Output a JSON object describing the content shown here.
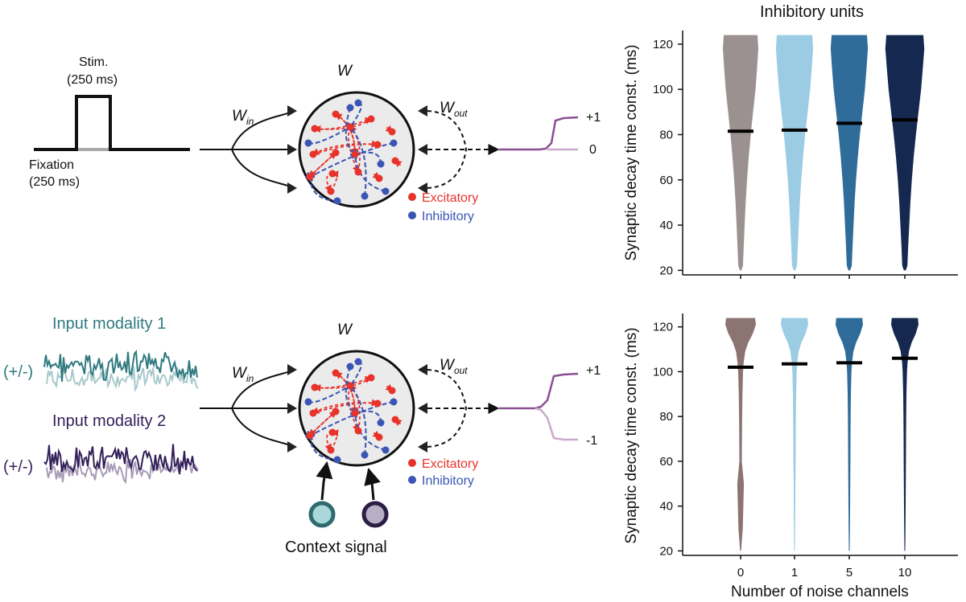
{
  "panel_top": {
    "stim_label": "Stim.",
    "stim_duration": "(250 ms)",
    "fixation_label": "Fixation",
    "fixation_duration": "(250 ms)",
    "w_label": "W",
    "w_in": "W",
    "w_in_sub": "in",
    "w_out": "W",
    "w_out_sub": "out",
    "out_plus": "+1",
    "out_zero": "0",
    "legend_exc": "Excitatory",
    "legend_inh": "Inhibitory"
  },
  "panel_bottom": {
    "modality1": "Input modality 1",
    "modality2": "Input modality 2",
    "sign1": "(+/-)",
    "sign2": "(+/-)",
    "w_label": "W",
    "w_in": "W",
    "w_in_sub": "in",
    "w_out": "W",
    "w_out_sub": "out",
    "out_plus": "+1",
    "out_minus": "-1",
    "legend_exc": "Excitatory",
    "legend_inh": "Inhibitory",
    "context_label": "Context signal"
  },
  "colors": {
    "excitatory": "#e8322a",
    "inhibitory": "#3a55b4",
    "modality1": "#2f7a80",
    "modality2": "#33205a",
    "output_dark": "#8a4f93",
    "output_light": "#c9a9cc",
    "violins": [
      "#9b9190",
      "#9ccce3",
      "#2f6c9a",
      "#15284f"
    ],
    "violins_bottom": [
      "#8c7473",
      "#9ccce3",
      "#2f6c9a",
      "#15284f"
    ]
  },
  "chart_data": [
    {
      "type": "violin",
      "title": "Inhibitory units",
      "ylabel": "Synaptic decay time const. (ms)",
      "xlabel": "",
      "categories": [
        "0",
        "1",
        "5",
        "10"
      ],
      "ylim": [
        18,
        126
      ],
      "yticks": [
        20,
        40,
        60,
        80,
        100,
        120
      ],
      "medians": [
        81.5,
        82,
        85,
        86.5
      ],
      "range": [
        20,
        124
      ]
    },
    {
      "type": "violin",
      "title": "",
      "ylabel": "Synaptic decay time const. (ms)",
      "xlabel": "Number of noise channels",
      "categories": [
        "0",
        "1",
        "5",
        "10"
      ],
      "ylim": [
        18,
        126
      ],
      "yticks": [
        20,
        40,
        60,
        80,
        100,
        120
      ],
      "medians": [
        102,
        103.5,
        104,
        106
      ],
      "range": [
        20,
        124
      ]
    }
  ]
}
